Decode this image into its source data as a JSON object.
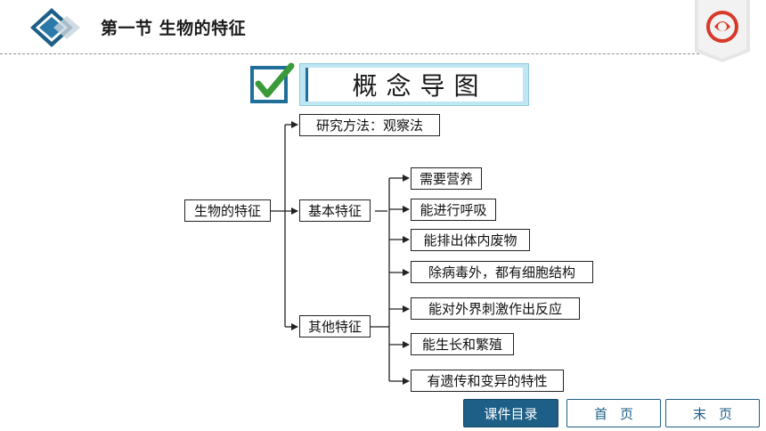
{
  "header": {
    "title": "第一节  生物的特征"
  },
  "concept_map": {
    "title": "概念导图",
    "root": "生物的特征",
    "method": "研究方法：观察法",
    "basic": "基本特征",
    "other": "其他特征",
    "features": [
      "需要营养",
      "能进行呼吸",
      "能排出体内废物",
      "除病毒外，都有细胞结构",
      "能对外界刺激作出反应",
      "能生长和繁殖",
      "有遗传和变异的特性"
    ]
  },
  "footer": {
    "toc_label": "课件目录",
    "first_label": "首页",
    "last_label": "末页"
  },
  "colors": {
    "nav_blue": "#1d5f86",
    "banner_cyan": "#bfe6f3",
    "check_green": "#3a9a3a"
  }
}
